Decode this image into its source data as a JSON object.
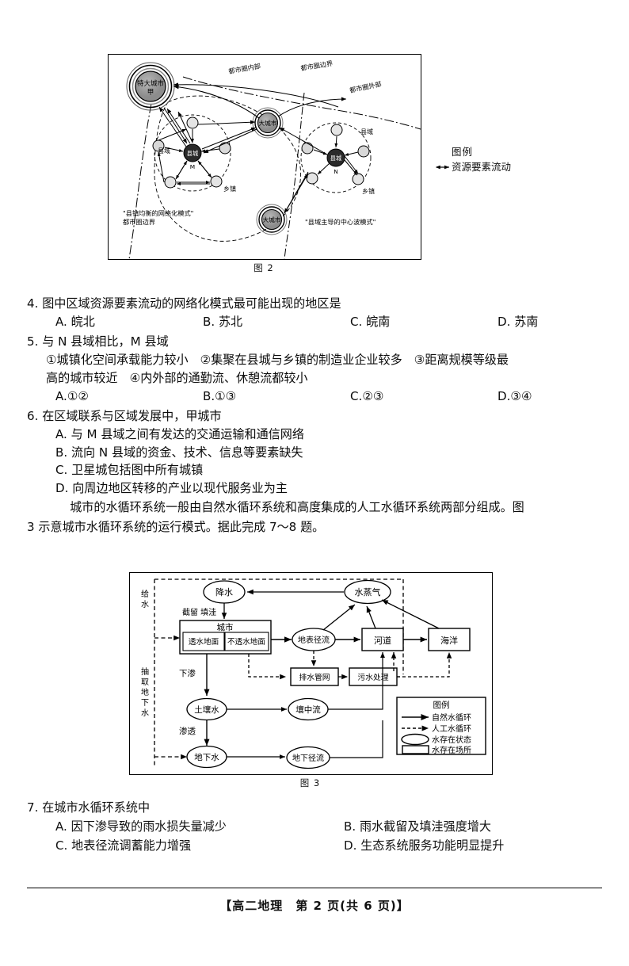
{
  "figure2": {
    "caption": "图 2",
    "nodes": {
      "mega_city": "特大城市",
      "mega_city_label": "甲",
      "big_city": "大城市",
      "county_seat": "县城",
      "county_m": "M",
      "county_n": "N"
    },
    "labels": {
      "metro_inner": "都市圈内部",
      "metro_boundary": "都市圈边界",
      "metro_outer": "都市圈外部",
      "county_area": "县域",
      "township": "乡镇",
      "model_left": "\"县镇均衡的网络化模式\"",
      "metro_boundary2": "都市圈边界",
      "model_right": "\"县域主导的中心波模式\""
    },
    "legend": {
      "title": "图例",
      "item": "资源要素流动"
    }
  },
  "questions": {
    "q4": {
      "stem": "4. 图中区域资源要素流动的网络化模式最可能出现的地区是",
      "options": [
        "A. 皖北",
        "B. 苏北",
        "C. 皖南",
        "D. 苏南"
      ]
    },
    "q5": {
      "stem": "5. 与 N 县域相比，M 县域",
      "sub_line1": "①城镇化空间承载能力较小　②集聚在县城与乡镇的制造业企业较多　③距离规模等级最",
      "sub_line2": "高的城市较近　④内外部的通勤流、休憩流都较小",
      "options": [
        "A.①②",
        "B.①③",
        "C.②③",
        "D.③④"
      ]
    },
    "q6": {
      "stem": "6. 在区域联系与区域发展中，甲城市",
      "options": [
        "A. 与 M 县域之间有发达的交通运输和通信网络",
        "B. 流向 N 县域的资金、技术、信息等要素缺失",
        "C. 卫星城包括图中所有城镇",
        "D. 向周边地区转移的产业以现代服务业为主"
      ]
    },
    "passage": {
      "line1": "城市的水循环系统一般由自然水循环系统和高度集成的人工水循环系统两部分组成。图",
      "line2": "3 示意城市水循环系统的运行模式。据此完成 7～8 题。"
    },
    "q7": {
      "stem": "7. 在城市水循环系统中",
      "options": [
        "A. 因下渗导致的雨水损失量减少",
        "B. 雨水截留及填洼强度增大",
        "C. 地表径流调蓄能力增强",
        "D. 生态系统服务功能明显提升"
      ]
    }
  },
  "figure3": {
    "caption": "图 3",
    "side_labels": {
      "supply": "给水",
      "pump": "抽取地下水"
    },
    "nodes": {
      "precipitation": "降水",
      "vapor": "水蒸气",
      "city": "城市",
      "permeable": "透水地面",
      "impermeable": "不透水地面",
      "surface_runoff": "地表径流",
      "river": "河道",
      "ocean": "海洋",
      "drain_network": "排水管网",
      "sewage": "污水处理",
      "soil_water": "土壤水",
      "interflow": "壤中流",
      "groundwater": "地下水",
      "ground_runoff": "地下径流"
    },
    "flow_labels": {
      "interception": "截留 填洼",
      "infiltration": "下渗",
      "percolation": "渗透"
    },
    "legend": {
      "title": "图例",
      "natural": "自然水循环",
      "artificial": "人工水循环",
      "state": "水存在状态",
      "place": "水存在场所"
    }
  },
  "footer": {
    "text": "【高二地理　第 2 页(共 6 页)】"
  }
}
